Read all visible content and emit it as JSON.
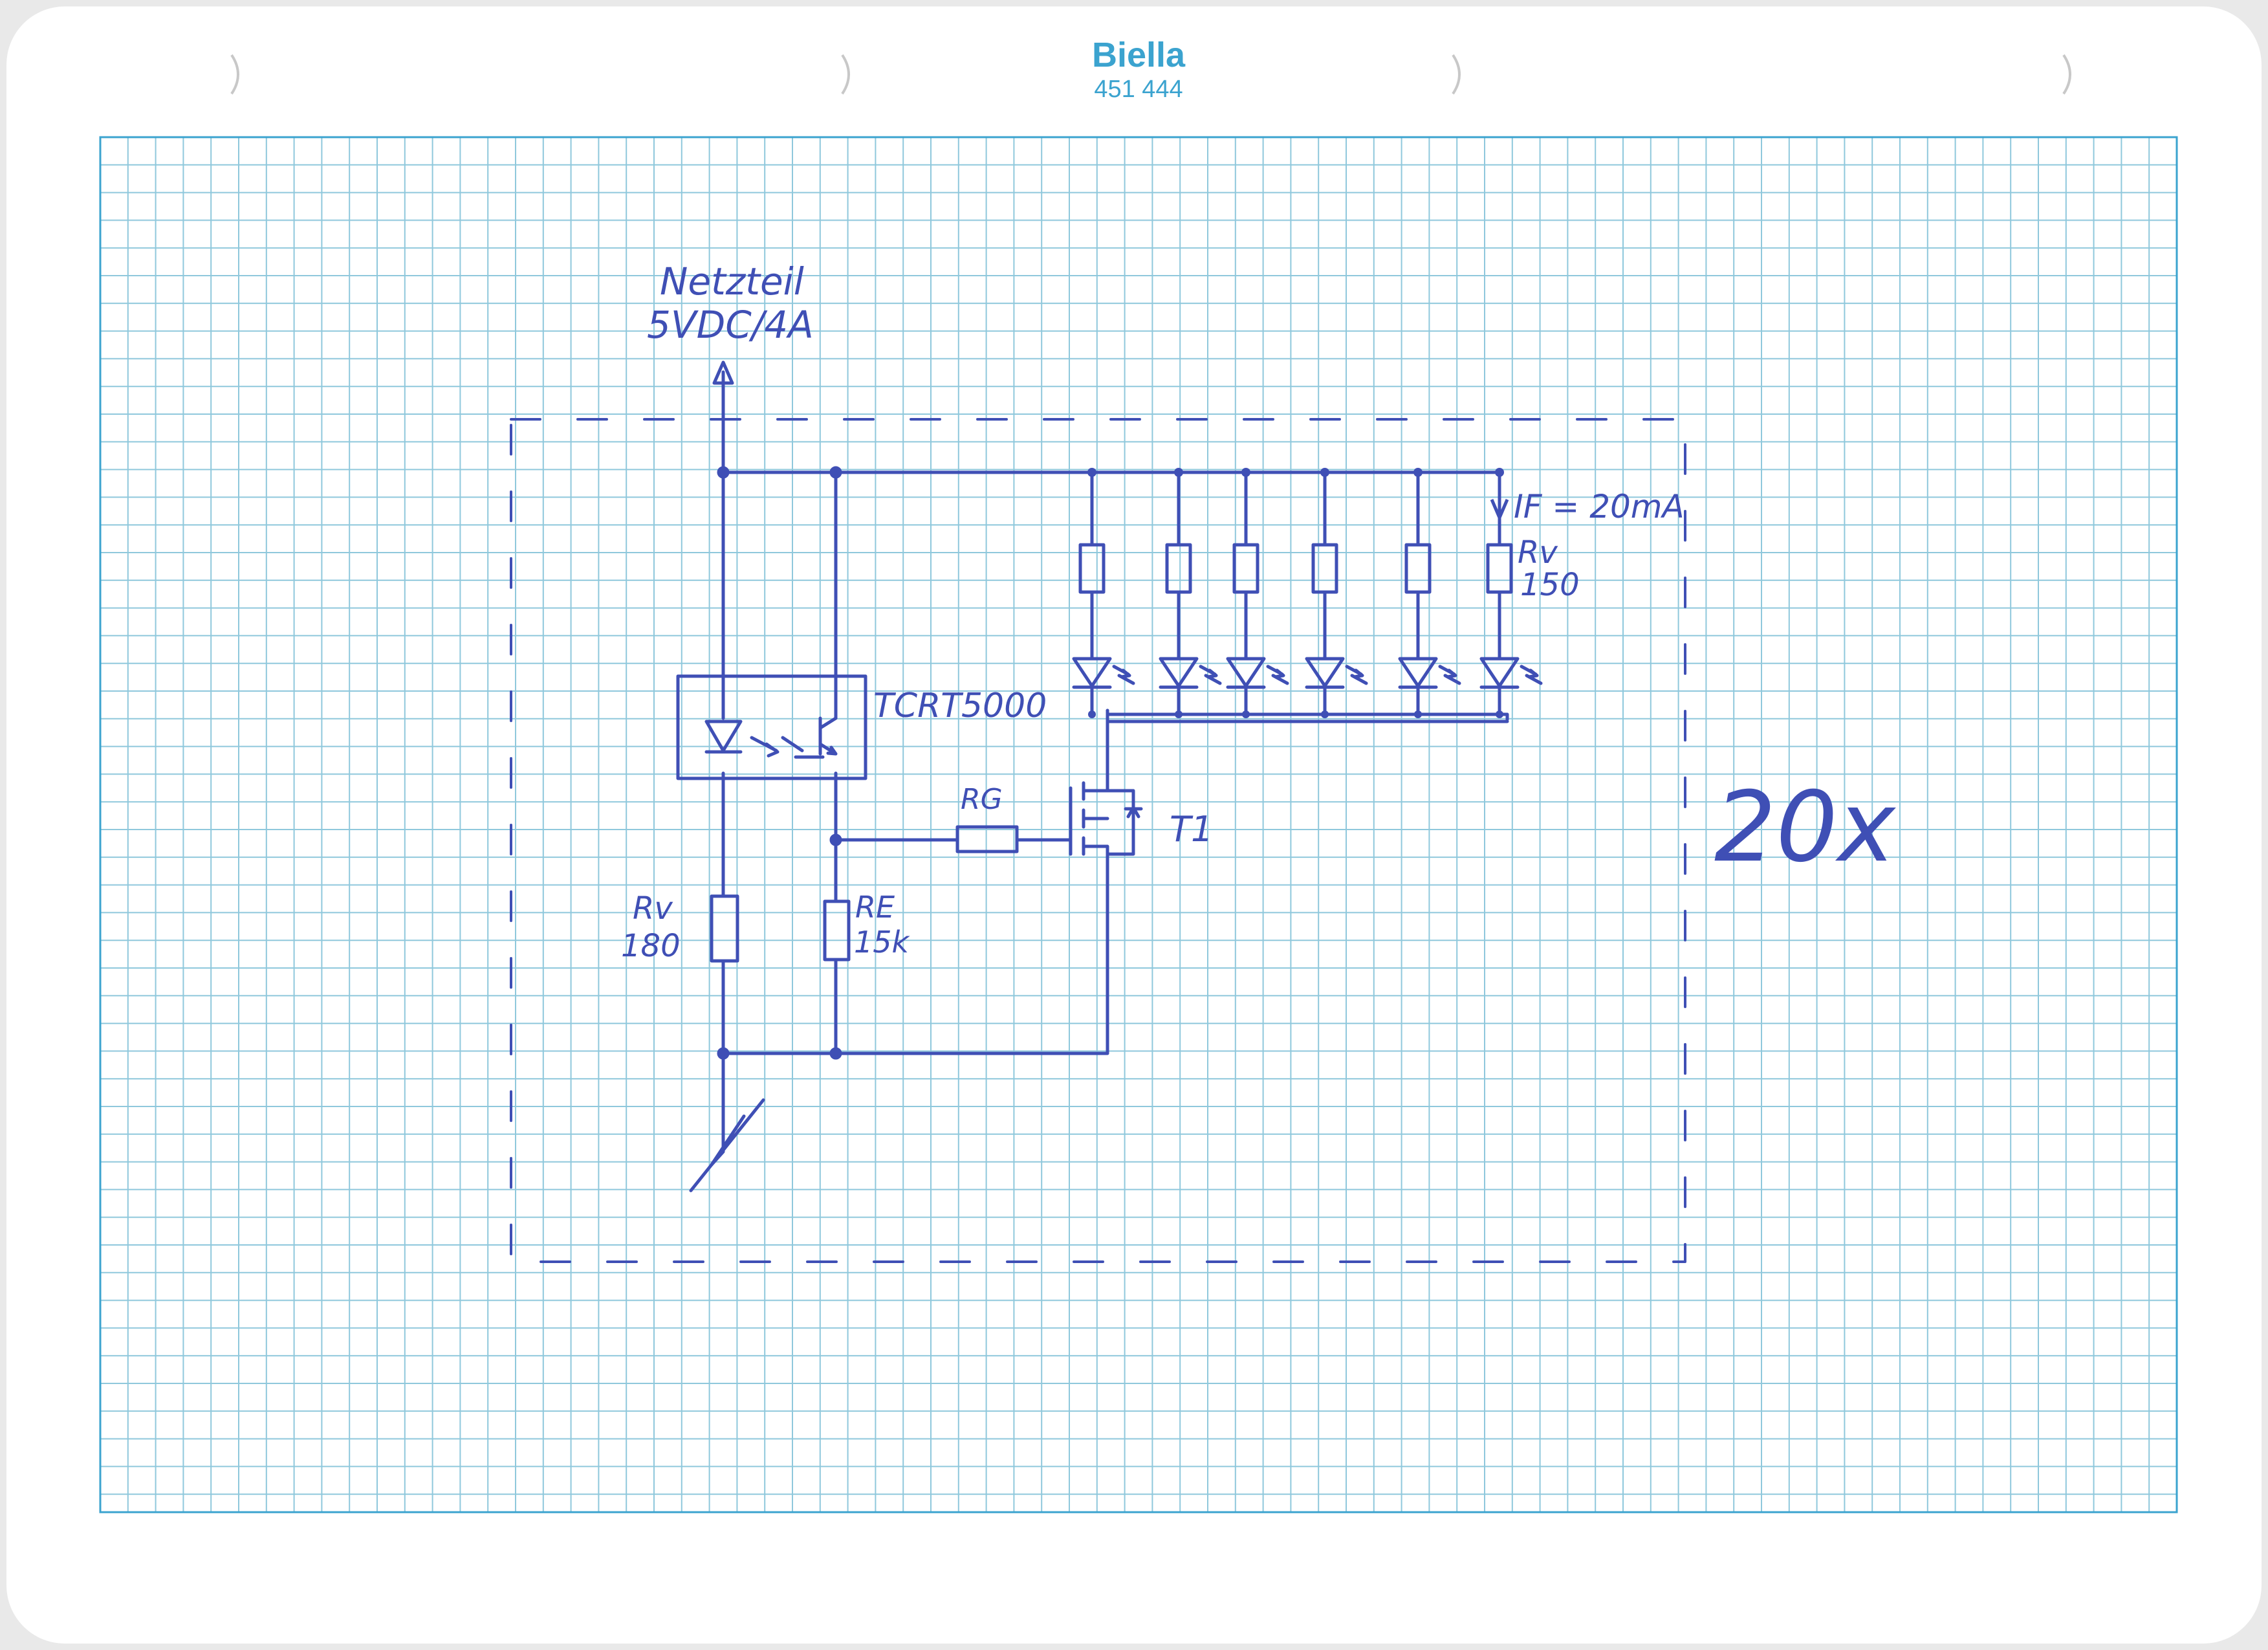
{
  "header": {
    "brand": "Biella",
    "article_no": "451 444"
  },
  "schematic": {
    "power_label_line1": "Netzteil",
    "power_label_line2": "5VDC/4A",
    "sensor_label": "TCRT5000",
    "gate_resistor": "RG",
    "transistor": "T1",
    "led_current": "IF = 20mA",
    "led_resistor_name": "Rv",
    "led_resistor_value": "150",
    "sensor_resistor_name": "Rv",
    "sensor_resistor_value": "180",
    "emitter_resistor_name": "RE",
    "emitter_resistor_value": "15k",
    "multiplier": "20x"
  },
  "colors": {
    "paper": "#ffffff",
    "grid": "#8fc8dc",
    "grid_border": "#3ba3cf",
    "ink": "#3f4fb5",
    "brand": "#3ba3cf"
  }
}
